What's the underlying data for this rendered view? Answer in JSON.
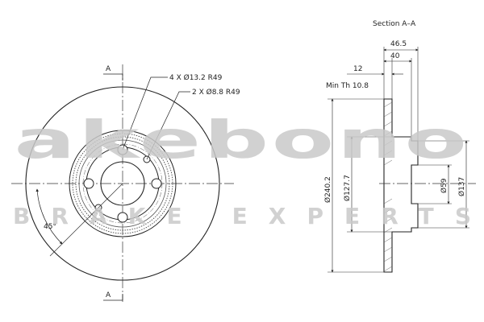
{
  "section_title": "Section A–A",
  "section_marker": "A",
  "hole_callouts": [
    "4 X Ø13.2 R49",
    "2 X Ø8.8 R49"
  ],
  "angle_label": "45°",
  "min_thickness": "Min Th 10.8",
  "widths": [
    "46.5",
    "40",
    "12"
  ],
  "diameters": [
    "Ø240.2",
    "Ø127.7",
    "Ø59",
    "Ø137"
  ],
  "watermark": {
    "brand": "akebono",
    "tagline": "BRAKE EXPERTS"
  }
}
